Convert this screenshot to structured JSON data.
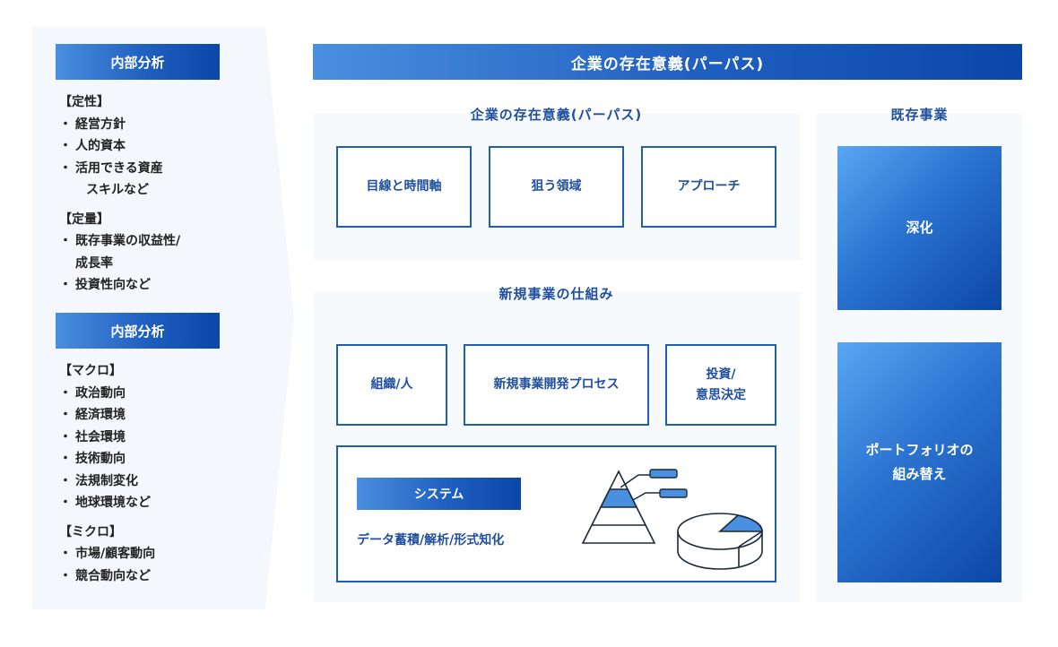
{
  "left": {
    "section1": {
      "header": "内部分析",
      "groups": [
        {
          "title": "【定性】",
          "items": [
            "経営方針",
            "人的資本",
            "活用できる資産"
          ],
          "continuation": "スキルなど"
        },
        {
          "title": "【定量】",
          "items": [
            "既存事業の収益性/"
          ],
          "continuation": "成長率",
          "items_after": [
            "投資性向など"
          ]
        }
      ]
    },
    "section2": {
      "header": "内部分析",
      "groups": [
        {
          "title": "【マクロ】",
          "items": [
            "政治動向",
            "経済環境",
            "社会環境",
            "技術動向",
            "法規制変化",
            "地球環境など"
          ]
        },
        {
          "title": "【ミクロ】",
          "items": [
            "市場/顧客動向",
            "競合動向など"
          ]
        }
      ]
    }
  },
  "main": {
    "banner": "企業の存在意義(パーパス)",
    "purpose": {
      "title": "企業の存在意義(パーパス)",
      "boxes": [
        "目線と時間軸",
        "狙う領域",
        "アプローチ"
      ]
    },
    "new_business": {
      "title": "新規事業の仕組み",
      "box1": "組織/人",
      "box2": "新規事業開発プロセス",
      "box3_line1": "投資/",
      "box3_line2": "意思決定",
      "system": {
        "label": "システム",
        "desc": "データ蓄積/解析/形式知化"
      }
    },
    "existing": {
      "title": "既存事業",
      "box1": "深化",
      "box2_line1": "ポートフォリオの",
      "box2_line2": "組み替え"
    }
  },
  "colors": {
    "primary": "#1f5fae",
    "accent": "#4a8fe0",
    "panel": "#f7fafd"
  }
}
